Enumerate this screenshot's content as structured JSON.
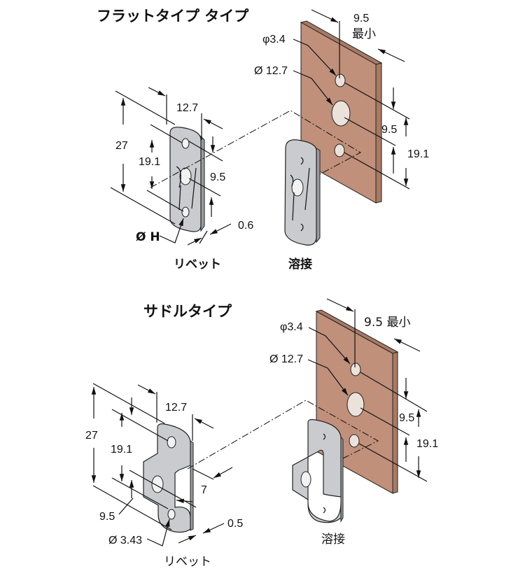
{
  "flat": {
    "title": "フラットタイプ タイプ",
    "plate": {
      "min_label_value": "9.5",
      "min_label_unit": "最小",
      "small_hole": "φ3.4",
      "large_hole": "Ø 12.7",
      "spacing": "9.5",
      "total": "19.1"
    },
    "rivet": {
      "height": "27",
      "width": "12.7",
      "hole_pitch": "19.1",
      "center": "9.5",
      "thickness": "0.6",
      "hole_dia": "Ø H",
      "label": "リベット"
    },
    "weld": {
      "label": "溶接"
    }
  },
  "saddle": {
    "title": "サドルタイプ",
    "plate": {
      "min_label": "9.5 最小",
      "small_hole": "φ3.4",
      "large_hole": "Ø 12.7",
      "spacing": "9.5",
      "total": "19.1"
    },
    "rivet": {
      "height": "27",
      "width": "12.7",
      "hole_pitch": "19.1",
      "offset": "7",
      "center": "9.5",
      "thickness": "0.5",
      "hole_dia": "Ø 3.43",
      "label": "リベット"
    },
    "weld": {
      "label": "溶接"
    }
  },
  "colors": {
    "plate": "#c0907a",
    "metal": "#c9cbcf"
  }
}
